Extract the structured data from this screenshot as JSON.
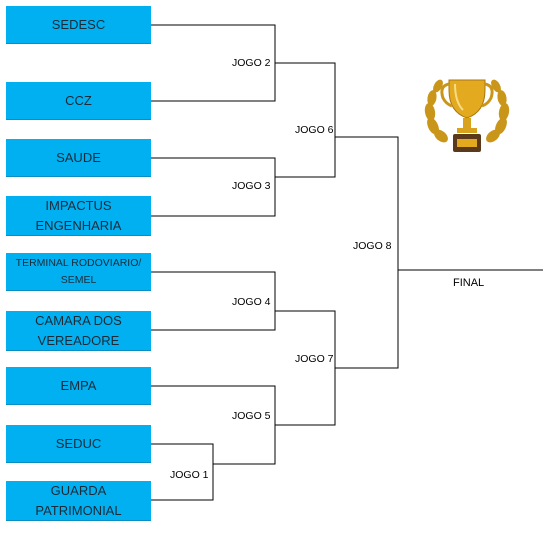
{
  "teams": [
    "SEDESC",
    "CCZ",
    "SAUDE",
    "IMPACTUS\nENGENHARIA",
    "TERMINAL RODOVIARIO/\nSEMEL",
    "CAMARA DOS\nVEREADORE",
    "EMPA",
    "SEDUC",
    "GUARDA\nPATRIMONIAL"
  ],
  "games": {
    "g1": "JOGO 1",
    "g2": "JOGO 2",
    "g3": "JOGO 3",
    "g4": "JOGO 4",
    "g5": "JOGO 5",
    "g6": "JOGO 6",
    "g7": "JOGO 7",
    "g8": "JOGO 8"
  },
  "final_label": "FINAL",
  "colors": {
    "team_box": "#00b0f0",
    "line": "#000000",
    "trophy_gold": "#e0a81c",
    "trophy_base": "#5a3a1a"
  },
  "trophy_icon": "gold-cup-with-laurel-wreath"
}
